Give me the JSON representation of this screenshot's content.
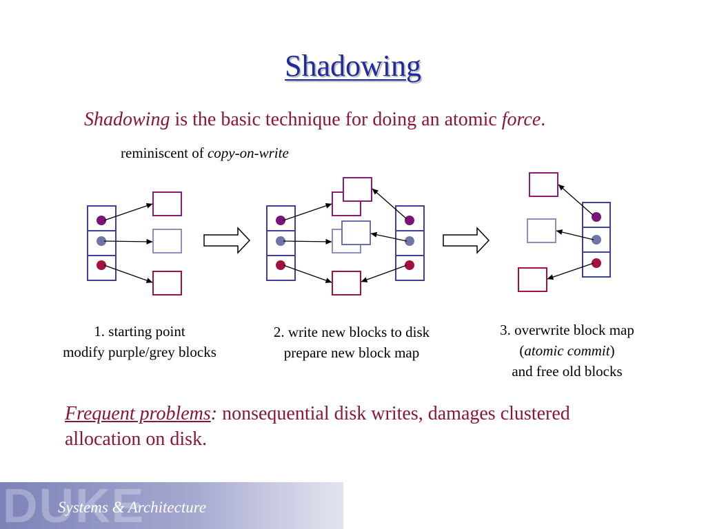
{
  "title": "Shadowing",
  "intro": {
    "term": "Shadowing",
    "middle": " is the basic technique for doing an atomic ",
    "term2": "force",
    "end": "."
  },
  "reminder": {
    "prefix": "reminiscent of ",
    "term": "copy-on-write"
  },
  "steps": [
    {
      "line1": "1. starting point",
      "line2": "modify purple/grey blocks"
    },
    {
      "line1": "2. write new blocks to disk",
      "line2": "prepare new block map"
    },
    {
      "line1": "3. overwrite block map",
      "line2_open": "(",
      "line2_term": "atomic commit",
      "line2_close": ")",
      "line3": "and free old blocks"
    }
  ],
  "problems": {
    "label": "Frequent problems",
    "colon": ":",
    "text": " nonsequential disk writes, damages clustered allocation on disk."
  },
  "footer": {
    "logo": "DUKE",
    "text": "Systems & Architecture"
  },
  "colors": {
    "title": "#1f2a9c",
    "text_red": "#8b1538",
    "map_border": "#3c3f9c",
    "purple": "#7a1478",
    "grey_blue": "#7075a8",
    "red": "#a3123e"
  }
}
